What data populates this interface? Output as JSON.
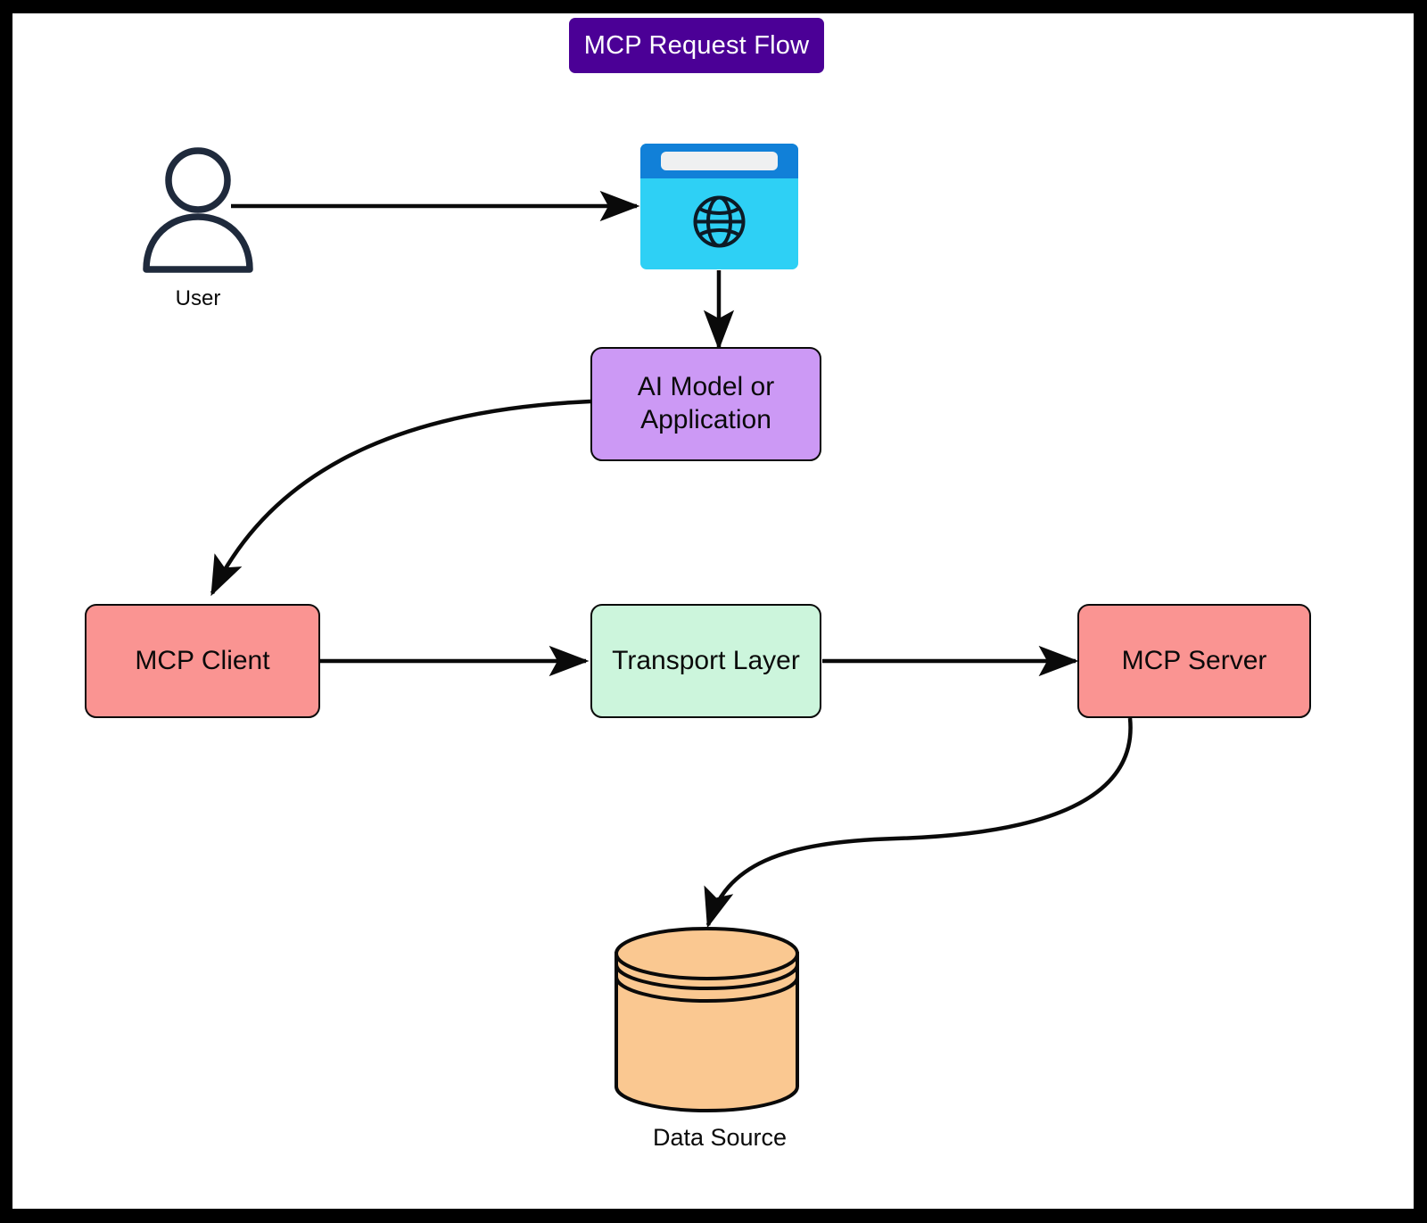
{
  "diagram": {
    "title": "MCP Request Flow",
    "title_bg": "#4B0096",
    "title_fg": "#FFFFFF",
    "background": "#FFFFFF",
    "frame_color": "#000000",
    "stroke_color": "#0A0A0A",
    "nodes": [
      {
        "id": "user",
        "label": "User",
        "shape": "actor-icon",
        "icon": "user-icon",
        "color": "#1F2A3C"
      },
      {
        "id": "browser",
        "label": "",
        "shape": "browser-window-icon",
        "icon": "browser-window-globe-icon",
        "color": "#2ED0F5",
        "titlebar_color": "#1180D8",
        "urlbar_color": "#EFF0F1"
      },
      {
        "id": "ai_model",
        "label": "AI Model or Application",
        "label_line1": "AI Model or",
        "label_line2": "Application",
        "shape": "rounded-rect",
        "color": "#CC99F5"
      },
      {
        "id": "mcp_client",
        "label": "MCP Client",
        "shape": "rounded-rect",
        "color": "#FA9492"
      },
      {
        "id": "transport_layer",
        "label": "Transport Layer",
        "shape": "rounded-rect",
        "color": "#CCF5DC"
      },
      {
        "id": "mcp_server",
        "label": "MCP Server",
        "shape": "rounded-rect",
        "color": "#FA9492"
      },
      {
        "id": "data_source",
        "label": "Data Source",
        "shape": "cylinder",
        "icon": "database-icon",
        "color": "#FAC891"
      }
    ],
    "edges": [
      {
        "from": "user",
        "to": "browser",
        "style": "straight-horizontal",
        "label": ""
      },
      {
        "from": "browser",
        "to": "ai_model",
        "style": "straight-vertical",
        "label": ""
      },
      {
        "from": "ai_model",
        "to": "mcp_client",
        "style": "curved",
        "label": ""
      },
      {
        "from": "mcp_client",
        "to": "transport_layer",
        "style": "straight-horizontal",
        "label": ""
      },
      {
        "from": "transport_layer",
        "to": "mcp_server",
        "style": "straight-horizontal",
        "label": ""
      },
      {
        "from": "mcp_server",
        "to": "data_source",
        "style": "curved-s",
        "label": ""
      }
    ]
  }
}
